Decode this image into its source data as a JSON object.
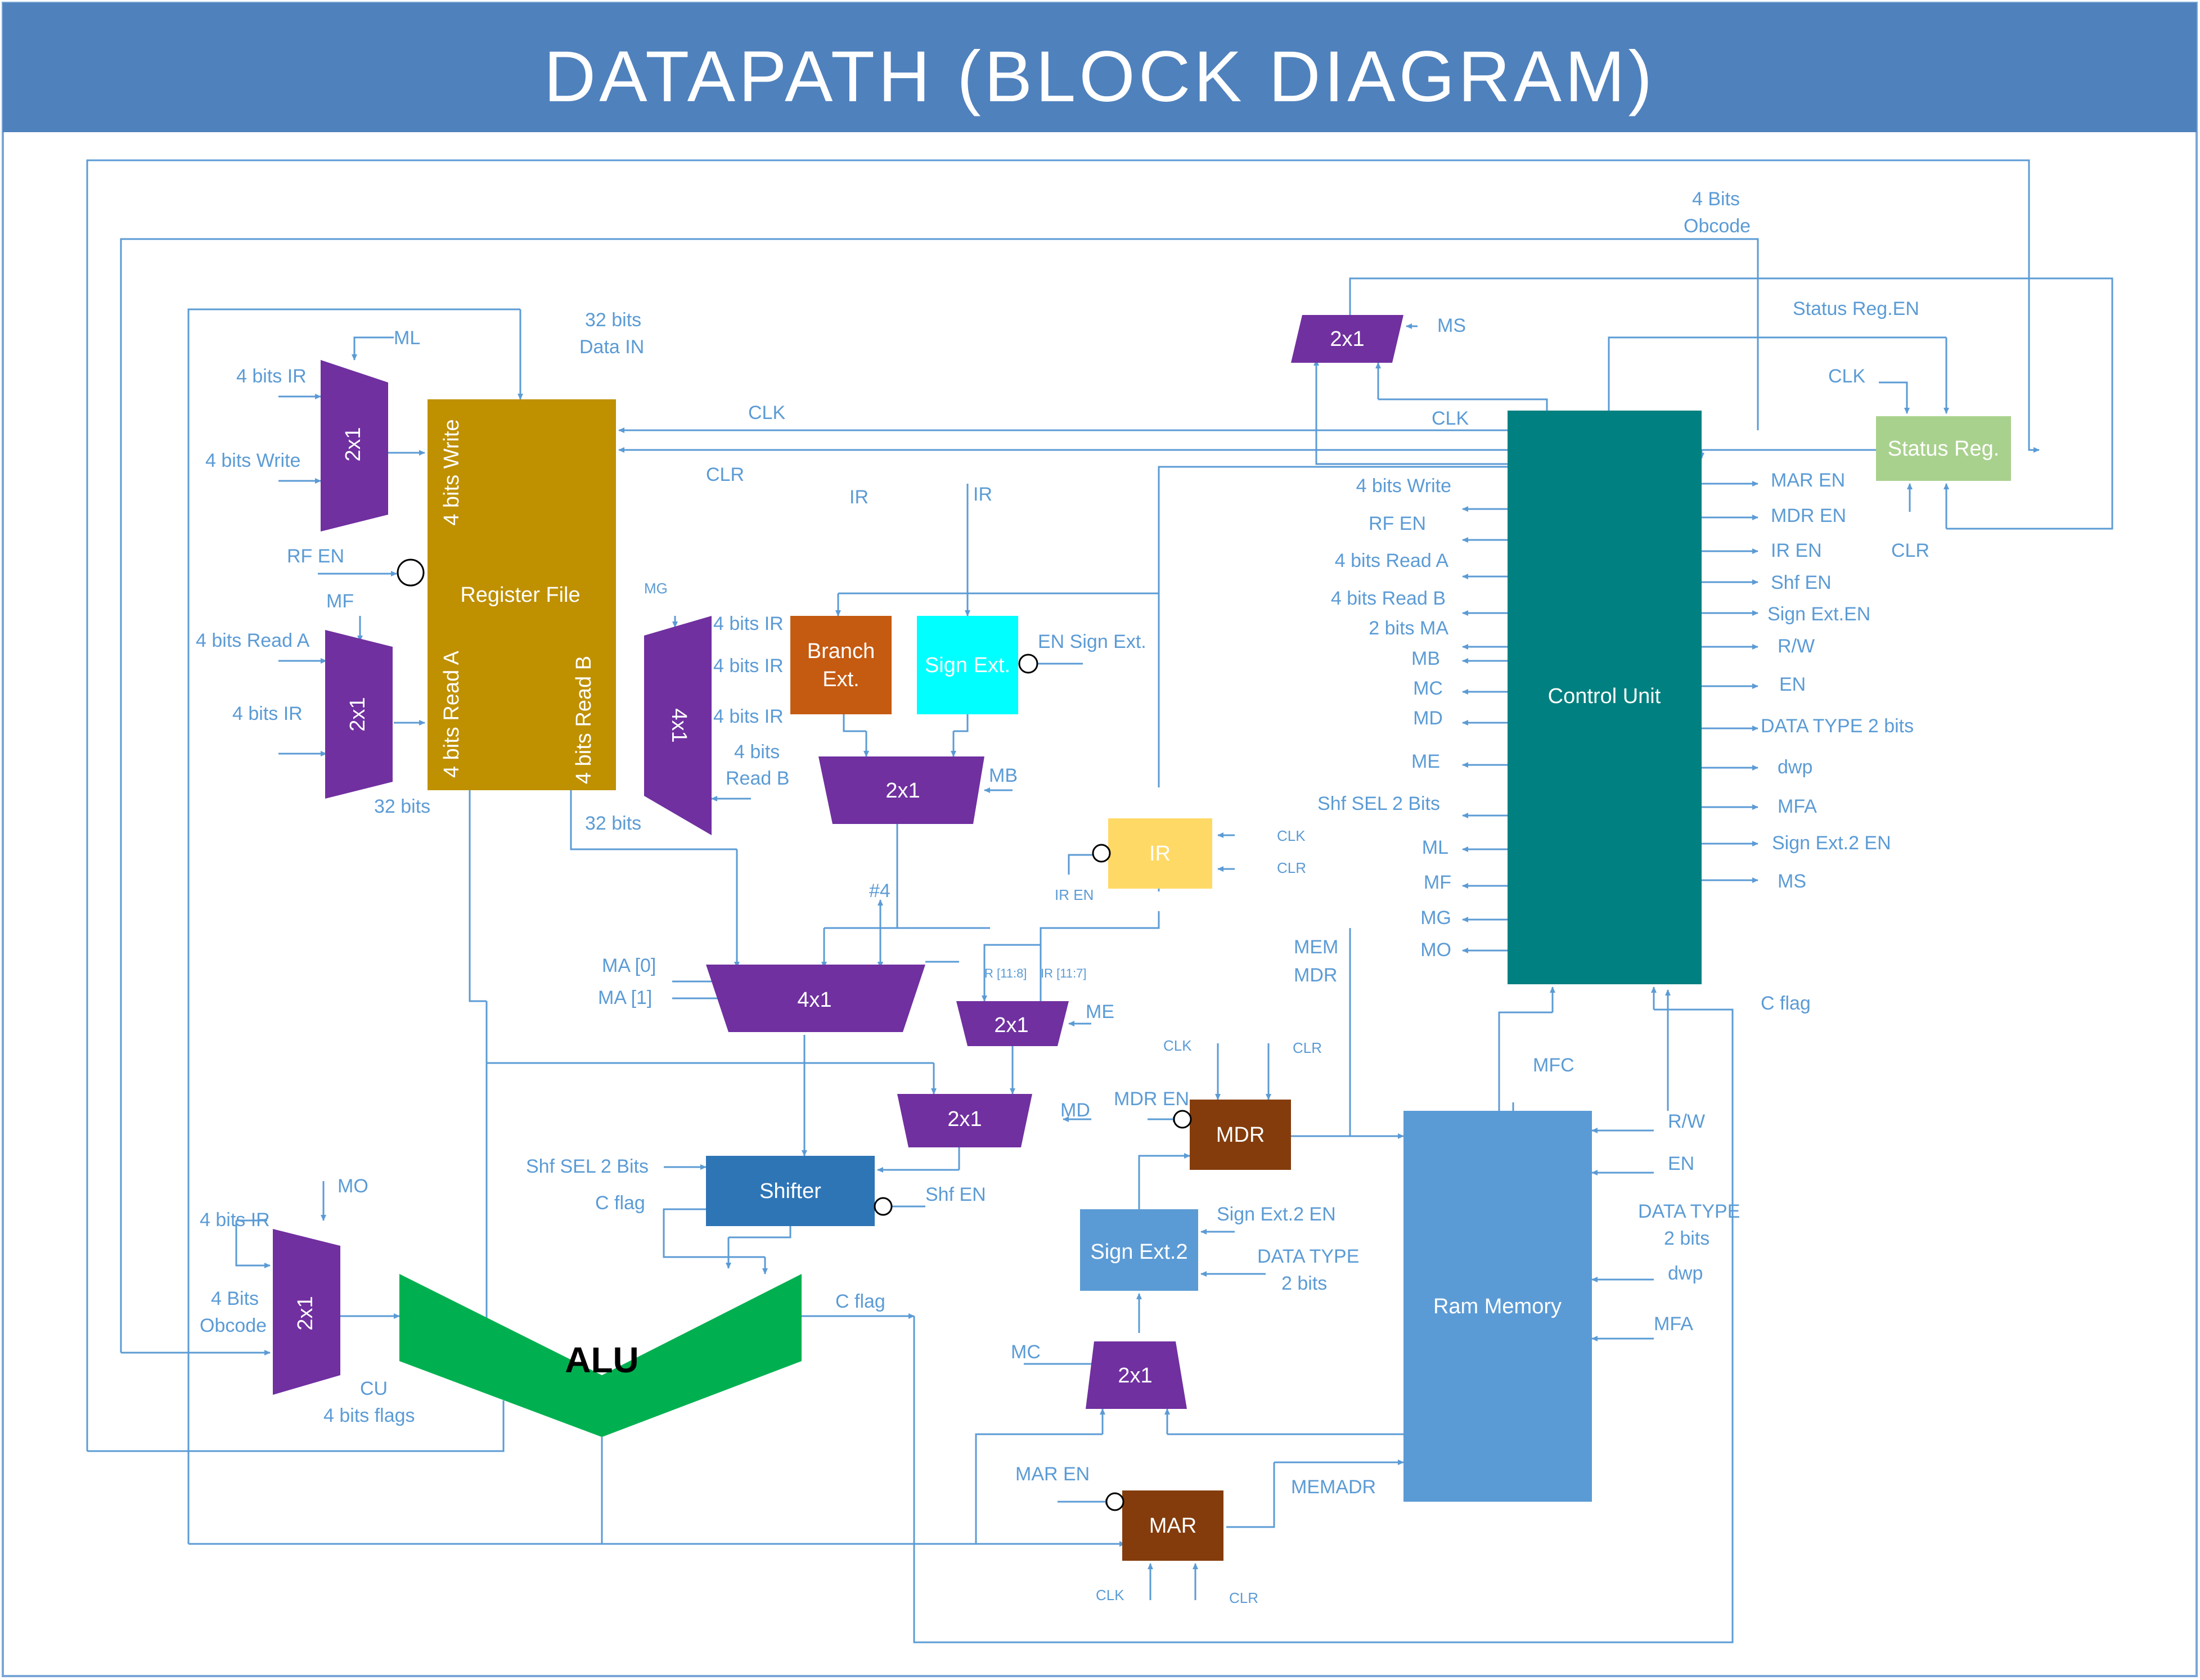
{
  "title": "DATAPATH (BLOCK DIAGRAM)",
  "colors": {
    "title_bar": "#4f81bd",
    "wire": "#5b9bd5",
    "register_file": "#bf9000",
    "mux": "#7030a0",
    "branch_ext": "#c55a11",
    "sign_ext": "#00ffff",
    "ir": "#ffd966",
    "shifter": "#2e75b6",
    "alu": "#00b050",
    "mdr_mar": "#843c0c",
    "sign_ext2": "#5b9bd5",
    "ram": "#5b9bd5",
    "control_unit": "#008080",
    "status_reg": "#a9d18e"
  },
  "blocks": {
    "register_file": "Register File",
    "rf_write_port": "4 bits Write",
    "rf_read_a_port": "4 bits Read A",
    "rf_read_b_port": "4 bits Read B",
    "branch_ext_1": "Branch",
    "branch_ext_2": "Ext.",
    "sign_ext": "Sign Ext.",
    "ir": "IR",
    "shifter": "Shifter",
    "alu": "ALU",
    "mdr": "MDR",
    "mar": "MAR",
    "sign_ext2": "Sign Ext.2",
    "ram": "Ram Memory",
    "control_unit": "Control Unit",
    "status_reg": "Status Reg.",
    "mux_ml": "2x1",
    "mux_mf": "2x1",
    "mux_mg": "4x1",
    "mux_mb": "2x1",
    "mux_ma": "4x1",
    "mux_me": "2x1",
    "mux_md": "2x1",
    "mux_mo": "2x1",
    "mux_mc": "2x1",
    "mux_ms": "2x1"
  },
  "labels": {
    "ml": "ML",
    "ml_in_ir": "4 bits IR",
    "ml_in_write": "4 bits Write",
    "rf_en": "RF EN",
    "mf": "MF",
    "mf_in_read_a": "4 bits Read A",
    "mf_in_ir": "4 bits IR",
    "data_in_1": "32 bits",
    "data_in_2": "Data IN",
    "rf_out_a_bits": "32 bits",
    "rf_out_b_bits": "32 bits",
    "clk_rf": "CLK",
    "clr_rf": "CLR",
    "mg": "MG",
    "mg_in_1": "4 bits IR",
    "mg_in_2": "4 bits IR",
    "mg_in_3": "4 bits IR",
    "mg_in_4a": "4 bits",
    "mg_in_4b": "Read B",
    "ir_branch": "IR",
    "ir_sign": "IR",
    "en_sign_ext": "EN Sign Ext.",
    "mb": "MB",
    "hash4": "#4",
    "ma0": "MA [0]",
    "ma1": "MA [1]",
    "ir_en": "IR EN",
    "ir_clk": "CLK",
    "ir_clr": "CLR",
    "r_11_8": "R [11:8]",
    "ir_11_7": "IR [11:7]",
    "me": "ME",
    "md": "MD",
    "mem_mdr_1": "MEM",
    "mem_mdr_2": "MDR",
    "shf_sel": "Shf SEL 2 Bits",
    "c_flag_shifter": "C flag",
    "shf_en": "Shf EN",
    "c_flag_alu": "C flag",
    "mo": "MO",
    "mo_in_ir": "4 bits IR",
    "mo_in_obcode_1": "4 Bits",
    "mo_in_obcode_2": "Obcode",
    "cu_flags_1": "CU",
    "cu_flags_2": "4 bits flags",
    "mdr_en": "MDR EN",
    "mdr_clk": "CLK",
    "mdr_clr": "CLR",
    "sign_ext2_en": "Sign Ext.2 EN",
    "data_type_se2_1": "DATA TYPE",
    "data_type_se2_2": "2 bits",
    "mc": "MC",
    "mar_en": "MAR EN",
    "mar_clk": "CLK",
    "mar_clr": "CLR",
    "memadr": "MEMADR",
    "mfc": "MFC",
    "ram_rw": "R/W",
    "ram_en": "EN",
    "ram_data_type_1": "DATA TYPE",
    "ram_data_type_2": "2 bits",
    "ram_dwp": "dwp",
    "ram_mfa": "MFA",
    "c_flag_cu": "C flag",
    "obcode_1": "4 Bits",
    "obcode_2": "Obcode",
    "status_reg_en": "Status Reg.EN",
    "ms": "MS",
    "clk_cu": "CLK",
    "clk_sr": "CLK",
    "clr_sr": "CLR"
  },
  "cu_left_outputs": [
    "4 bits Write",
    "RF EN",
    "4 bits Read A",
    "4 bits Read B",
    "2 bits MA",
    "MB",
    "MC",
    "MD",
    "ME",
    "Shf SEL 2 Bits",
    "ML",
    "MF",
    "MG",
    "MO"
  ],
  "cu_right_outputs": [
    "MAR EN",
    "MDR EN",
    "IR EN",
    "Shf EN",
    "Sign Ext.EN",
    "R/W",
    "EN",
    "DATA TYPE 2 bits",
    "dwp",
    "MFA",
    "Sign Ext.2 EN",
    "MS"
  ]
}
